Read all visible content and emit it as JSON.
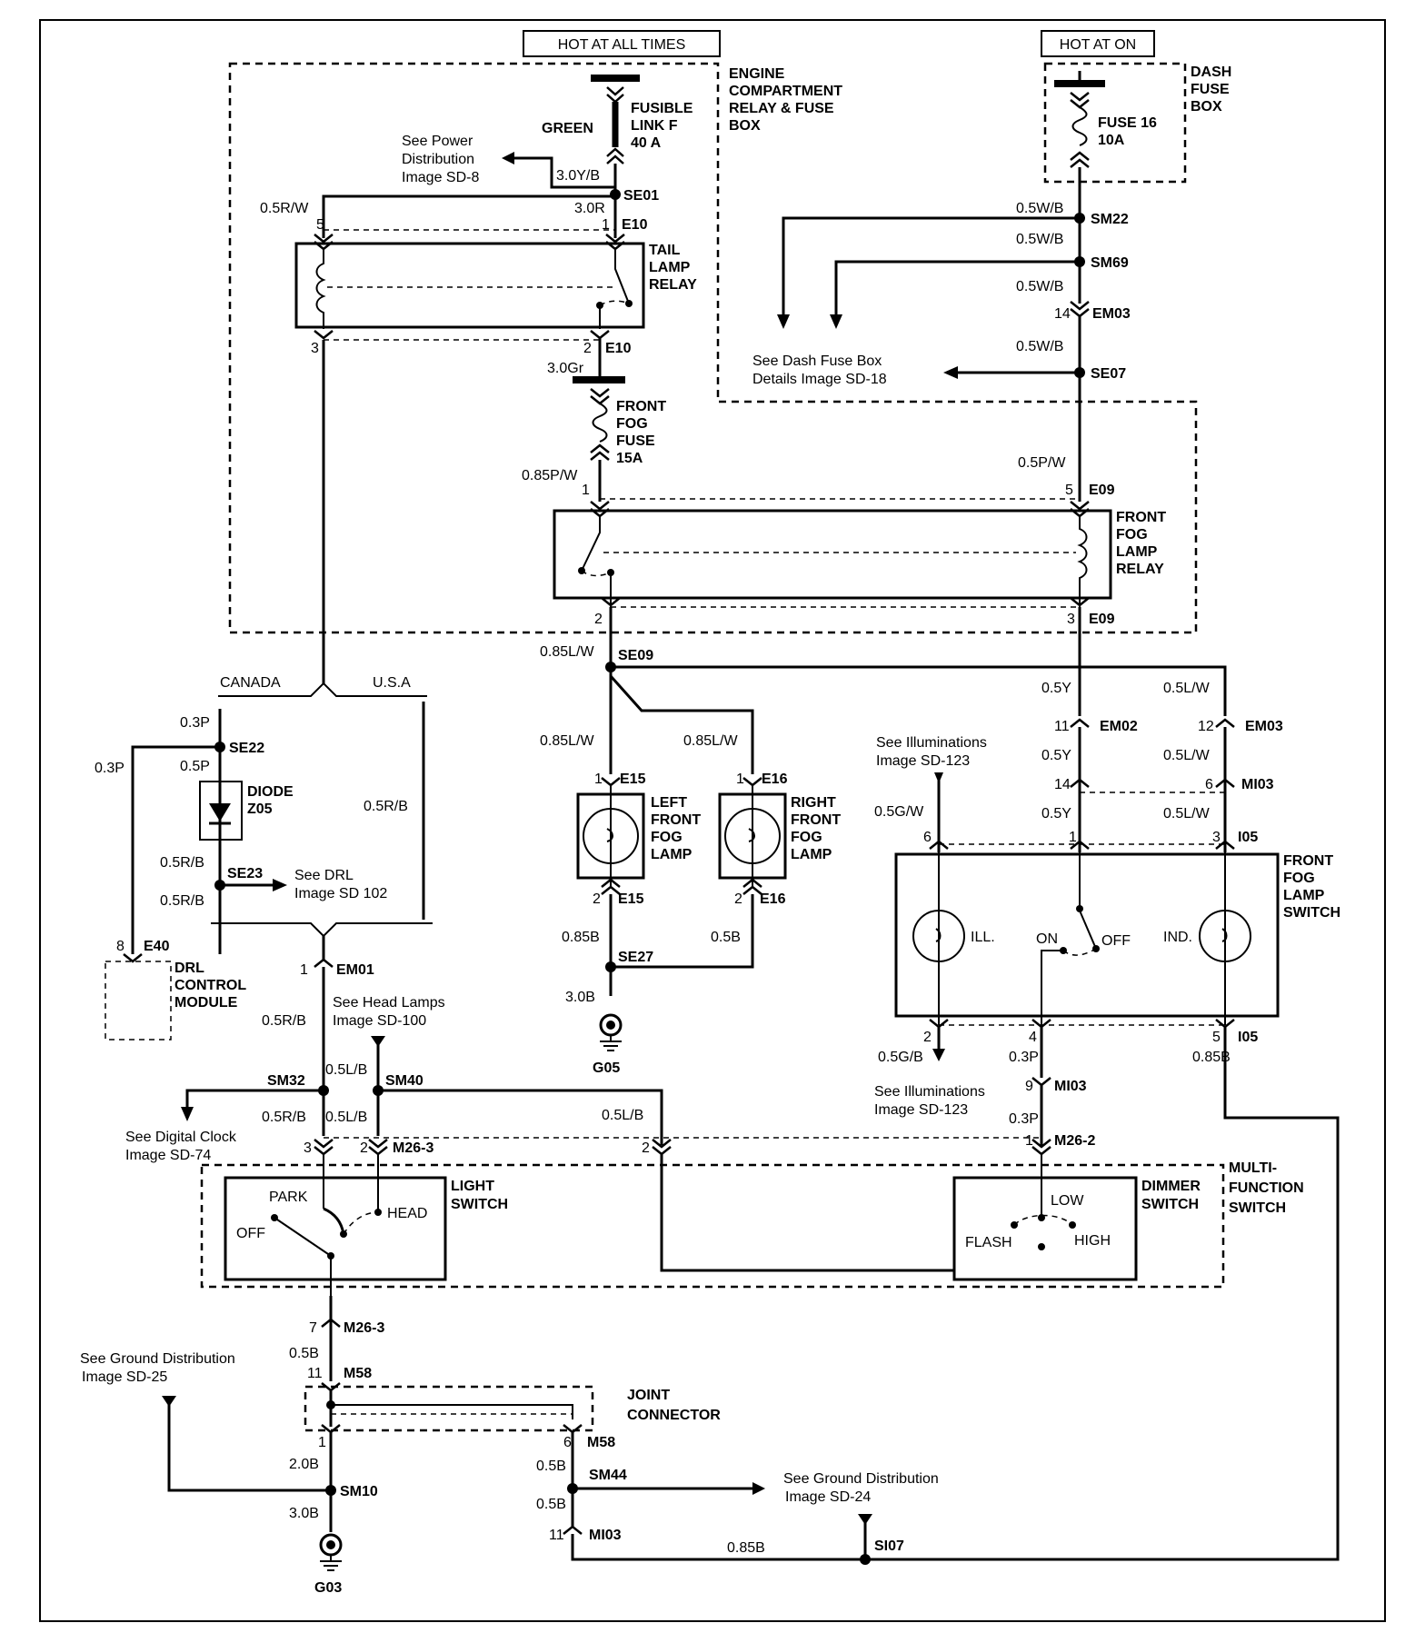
{
  "hot_labels": {
    "hot_always": "HOT AT ALL TIMES",
    "hot_on": "HOT AT ON"
  },
  "boxes": {
    "engine_box": [
      "ENGINE",
      "COMPARTMENT",
      "RELAY & FUSE",
      "BOX"
    ],
    "dash_box": [
      "DASH",
      "FUSE",
      "BOX"
    ],
    "fusible": [
      "FUSIBLE",
      "LINK F",
      "40 A"
    ],
    "green": "GREEN",
    "fuse16": [
      "FUSE 16",
      "10A"
    ],
    "tail_relay": [
      "TAIL",
      "LAMP",
      "RELAY"
    ],
    "fog_fuse": [
      "FRONT",
      "FOG",
      "FUSE",
      "15A"
    ],
    "fog_relay": [
      "FRONT",
      "FOG",
      "LAMP",
      "RELAY"
    ],
    "left_lamp": [
      "LEFT",
      "FRONT",
      "FOG",
      "LAMP"
    ],
    "right_lamp": [
      "RIGHT",
      "FRONT",
      "FOG",
      "LAMP"
    ],
    "fog_switch": [
      "FRONT",
      "FOG",
      "LAMP",
      "SWITCH"
    ],
    "diode": [
      "DIODE",
      "Z05"
    ],
    "drl": [
      "DRL",
      "CONTROL",
      "MODULE"
    ],
    "light_switch": [
      "LIGHT",
      "SWITCH"
    ],
    "dimmer": [
      "DIMMER",
      "SWITCH"
    ],
    "multi": [
      "MULTI-",
      "FUNCTION",
      "SWITCH"
    ],
    "joint": [
      "JOINT",
      "CONNECTOR"
    ]
  },
  "refs": {
    "power": [
      "See Power",
      "Distribution",
      "Image SD-8"
    ],
    "dash_details": [
      "See Dash Fuse Box",
      "Details Image SD-18"
    ],
    "illum_top": [
      "See Illuminations",
      "Image SD-123"
    ],
    "illum_bot": [
      "See Illuminations",
      "Image SD-123"
    ],
    "drl_img": [
      "See DRL",
      "Image SD 102"
    ],
    "head_lamps": [
      "See Head Lamps",
      "Image SD-100"
    ],
    "clock": [
      "See Digital Clock",
      "Image SD-74"
    ],
    "ground25": [
      "See Ground  Distribution",
      "Image SD-25"
    ],
    "ground24": [
      "See Ground  Distribution",
      "Image SD-24"
    ]
  },
  "region": {
    "canada": "CANADA",
    "usa": "U.S.A"
  },
  "switch_text": {
    "ill": "ILL.",
    "on": "ON",
    "off": "OFF",
    "ind": "IND.",
    "park": "PARK",
    "head": "HEAD",
    "off_ls": "OFF",
    "low": "LOW",
    "flash": "FLASH",
    "high": "HIGH"
  },
  "grounds": {
    "g05": "G05",
    "g03": "G03"
  },
  "wires": {
    "w_05rw": "0.5R/W",
    "w_30yb": "3.0Y/B",
    "w_30r": "3.0R",
    "w_30gr": "3.0Gr",
    "w_085pw": "0.85P/W",
    "w_05wb_1": "0.5W/B",
    "w_05wb_2": "0.5W/B",
    "w_05wb_3": "0.5W/B",
    "w_05wb_4": "0.5W/B",
    "w_05pw": "0.5P/W",
    "w_085lw_1": "0.85L/W",
    "w_085lw_2": "0.85L/W",
    "w_085lw_3": "0.85L/W",
    "w_05y_1": "0.5Y",
    "w_05y_2": "0.5Y",
    "w_05y_3": "0.5Y",
    "w_05lw_1": "0.5L/W",
    "w_05lw_2": "0.5L/W",
    "w_05lw_3": "0.5L/W",
    "w_05gw": "0.5G/W",
    "w_03p_1": "0.3P",
    "w_03p_2": "0.3P",
    "w_05p": "0.5P",
    "w_05rb_1": "0.5R/B",
    "w_05rb_2": "0.5R/B",
    "w_05rb_3": "0.5R/B",
    "w_05rb_4": "0.5R/B",
    "w_05rb_5": "0.5R/B",
    "w_085b_1": "0.85B",
    "w_05b_1": "0.5B",
    "w_30b_1": "3.0B",
    "w_05gb": "0.5G/B",
    "w_03p_3": "0.3P",
    "w_03p_4": "0.3P",
    "w_085b_2": "0.85B",
    "w_05lb_1": "0.5L/B",
    "w_05lb_2": "0.5L/B",
    "w_05lb_3": "0.5L/B",
    "w_05b_2": "0.5B",
    "w_20b": "2.0B",
    "w_30b_2": "3.0B",
    "w_05b_3": "0.5B",
    "w_05b_4": "0.5B",
    "w_085b_3": "0.85B"
  },
  "splices": {
    "se01": "SE01",
    "sm22": "SM22",
    "sm69": "SM69",
    "se07": "SE07",
    "se09": "SE09",
    "se22": "SE22",
    "se23": "SE23",
    "se27": "SE27",
    "sm32": "SM32",
    "sm40": "SM40",
    "sm10": "SM10",
    "sm44": "SM44",
    "si07": "SI07"
  },
  "connectors": {
    "e10a": "E10",
    "e10b": "E10",
    "em03a": "EM03",
    "e09a": "E09",
    "e09b": "E09",
    "e15a": "E15",
    "e16a": "E16",
    "e15b": "E15",
    "e16b": "E16",
    "em02": "EM02",
    "em03b": "EM03",
    "mi03a": "MI03",
    "i05a": "I05",
    "i05b": "I05",
    "mi03b": "MI03",
    "m26_2": "M26-2",
    "em01": "EM01",
    "e40": "E40",
    "m26_3a": "M26-3",
    "m26_3b": "M26-3",
    "m58a": "M58",
    "m58b": "M58",
    "mi03c": "MI03"
  },
  "pins": {
    "p5a": "5",
    "p1a": "1",
    "p3a": "3",
    "p2a": "2",
    "p14a": "14",
    "p1b": "1",
    "p5b": "5",
    "p2b": "2",
    "p3b": "3",
    "p1c": "1",
    "p1d": "1",
    "p2c": "2",
    "p2d": "2",
    "p11a": "11",
    "p12a": "12",
    "p14b": "14",
    "p6a": "6",
    "p6b": "6",
    "p1e": "1",
    "p3c": "3",
    "p2e": "2",
    "p4a": "4",
    "p5c": "5",
    "p9a": "9",
    "p1f": "1",
    "p8a": "8",
    "p1g": "1",
    "p3d": "3",
    "p2f": "2",
    "p2g": "2",
    "p7a": "7",
    "p11b": "11",
    "p1h": "1",
    "p6c": "6",
    "p11c": "11"
  }
}
